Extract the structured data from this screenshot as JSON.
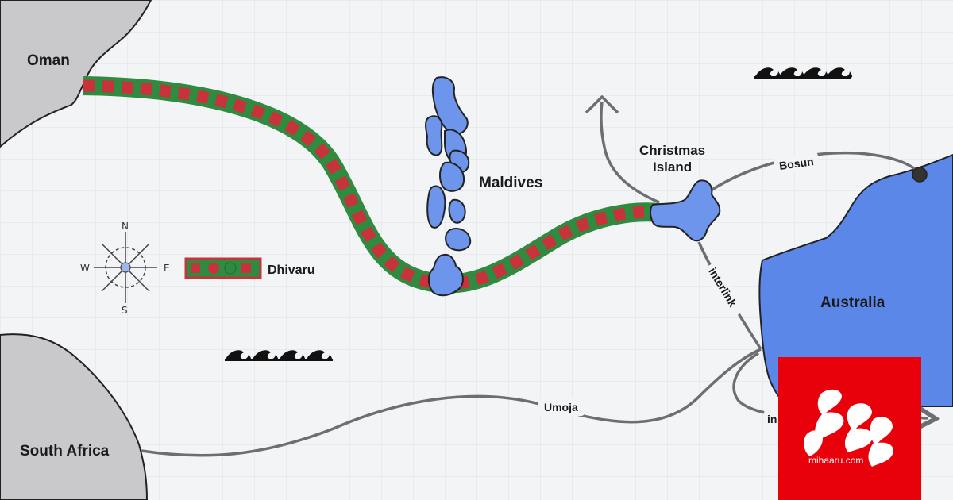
{
  "regions": {
    "oman": "Oman",
    "south_africa": "South Africa",
    "australia": "Australia",
    "maldives": "Maldives",
    "christmas_island": [
      "Christmas",
      "Island"
    ]
  },
  "cables": {
    "dhivaru": "Dhivaru",
    "bosun": "Bosun",
    "interlink": "interlink",
    "umoja": "Umoja",
    "interlink_partial": "in"
  },
  "compass": {
    "n": "N",
    "e": "E",
    "s": "S",
    "w": "W"
  },
  "legend": {
    "label": "Dhivaru"
  },
  "logo": {
    "site": "mihaaru.com"
  },
  "colors": {
    "background": "#f3f4f6",
    "grid": "#dcdfe4",
    "land_grey": "#c9c9cc",
    "land_blue": "#5b87e8",
    "island_blue": "#6d95ec",
    "dhivaru_green": "#2e8b3f",
    "dhivaru_red": "#c8323b",
    "cable_grey": "#6e6e72",
    "logo_red": "#e8000b"
  }
}
